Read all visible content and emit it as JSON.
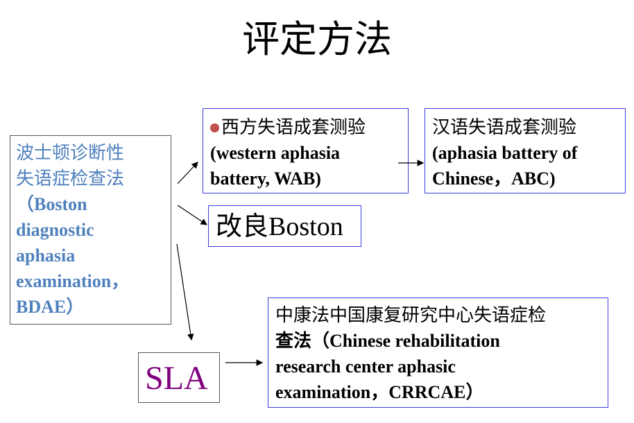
{
  "title": "评定方法",
  "boxes": {
    "bdae": {
      "lines": [
        "波士顿诊断性",
        "失语症检查法",
        "（Boston",
        "diagnostic",
        "aphasia",
        "examination，",
        "BDAE）"
      ],
      "text_color": "#4f81bd"
    },
    "wab": {
      "bullet_color": "#c0504d",
      "lines": [
        "西方失语成套测验",
        "(western aphasia",
        "battery, WAB)"
      ]
    },
    "abc": {
      "lines": [
        "汉语失语成套测验",
        "(aphasia battery of",
        "Chinese，ABC)"
      ]
    },
    "modified_boston": {
      "label": "改良Boston"
    },
    "sla": {
      "label": "SLA",
      "text_color": "#800080"
    },
    "crrcae": {
      "lines": [
        "中康法中国康复研究中心失语症检",
        "查法（Chinese rehabilitation",
        "research center aphasic",
        "examination，CRRCAE）"
      ]
    }
  },
  "colors": {
    "box_border_blue": "#3b3be0",
    "box_border_gray": "#555555",
    "arrow": "#000000"
  }
}
